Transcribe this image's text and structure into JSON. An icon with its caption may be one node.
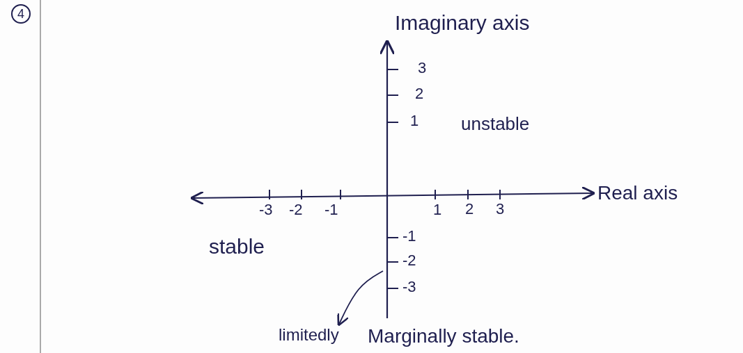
{
  "diagram": {
    "nodes": [
      {
        "text": [
          "4"
        ]
      },
      {
        "text": [
          "limitedly"
        ]
      }
    ],
    "edges": [
      {
        "from": null,
        "to": 1,
        "arrow": "to"
      }
    ],
    "labels": [
      "Imaginary axis",
      "3",
      "2",
      "1",
      "unstable",
      "Real axis",
      "-3",
      "-2",
      "-1",
      "1",
      "2",
      "3",
      "-1",
      "stable",
      "-2",
      "-3",
      "Marginally stable."
    ]
  }
}
